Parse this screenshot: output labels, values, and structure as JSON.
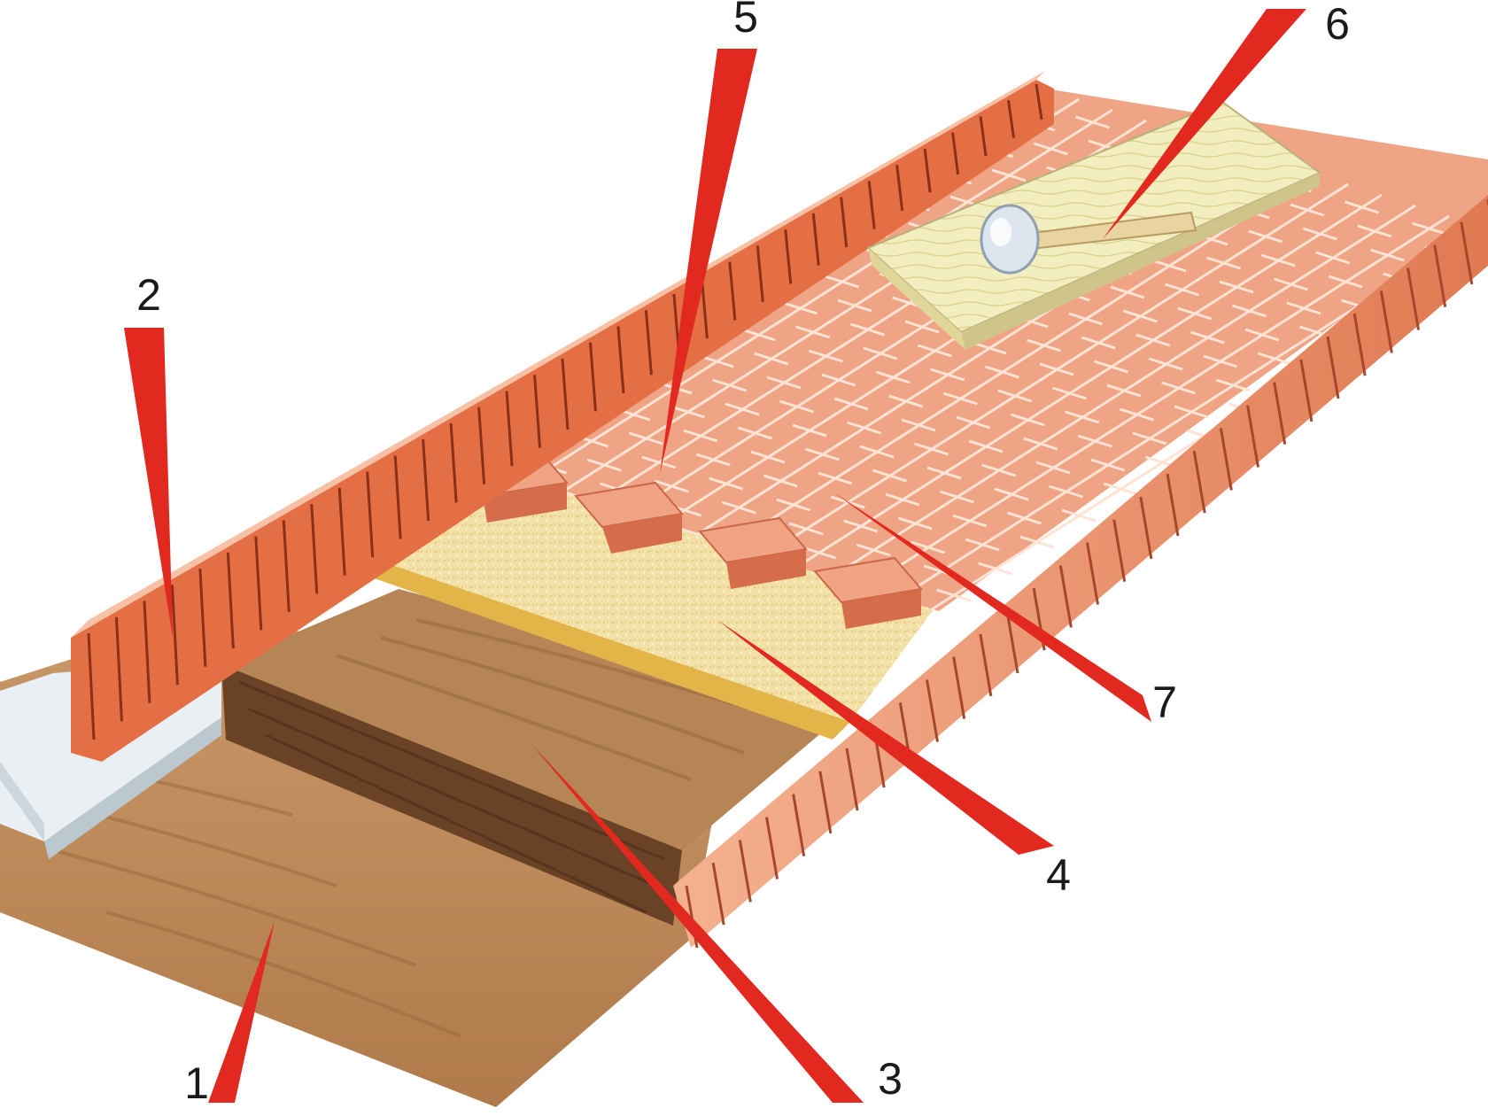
{
  "diagram": {
    "callouts": [
      {
        "id": "c1",
        "label": "1"
      },
      {
        "id": "c2",
        "label": "2"
      },
      {
        "id": "c3",
        "label": "3"
      },
      {
        "id": "c4",
        "label": "4"
      },
      {
        "id": "c5",
        "label": "5"
      },
      {
        "id": "c6",
        "label": "6"
      },
      {
        "id": "c7",
        "label": "7"
      }
    ],
    "colors": {
      "pointer": "#e1291f",
      "brick": "#ec9a78",
      "brick_dark": "#d76a48",
      "mortar": "#7a3d28",
      "sand": "#f0dc9e",
      "soil": "#b98656",
      "soil_dark": "#6b4428",
      "concrete": "#e8eef2",
      "plank": "#f2edbd"
    }
  }
}
